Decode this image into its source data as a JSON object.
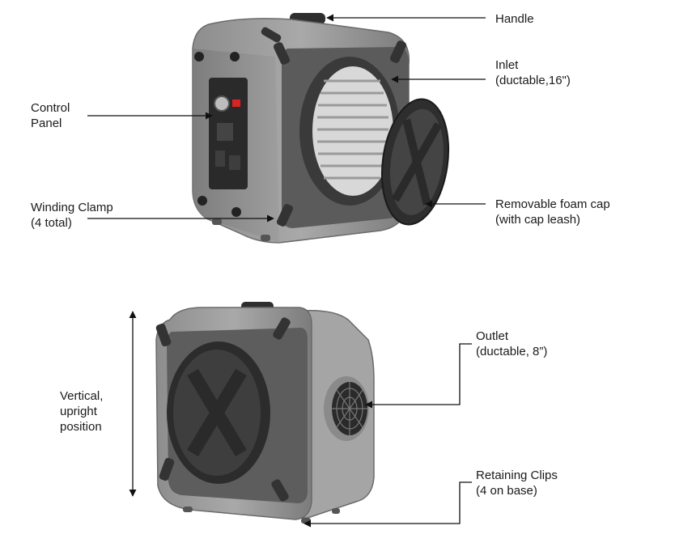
{
  "labels": {
    "handle": "Handle",
    "inlet_line1": "Inlet",
    "inlet_line2": "(ductable,16\")",
    "control_line1": "Control",
    "control_line2": "Panel",
    "cap_line1": "Removable foam cap",
    "cap_line2": "(with cap leash)",
    "clamp_line1": "Winding Clamp",
    "clamp_line2": "(4 total)",
    "outlet_line1": "Outlet",
    "outlet_line2": "(ductable, 8”)",
    "vertical_line1": "Vertical,",
    "vertical_line2": "upright",
    "vertical_line3": "position",
    "clips_line1": "Retaining Clips",
    "clips_line2": "(4 on base)"
  }
}
